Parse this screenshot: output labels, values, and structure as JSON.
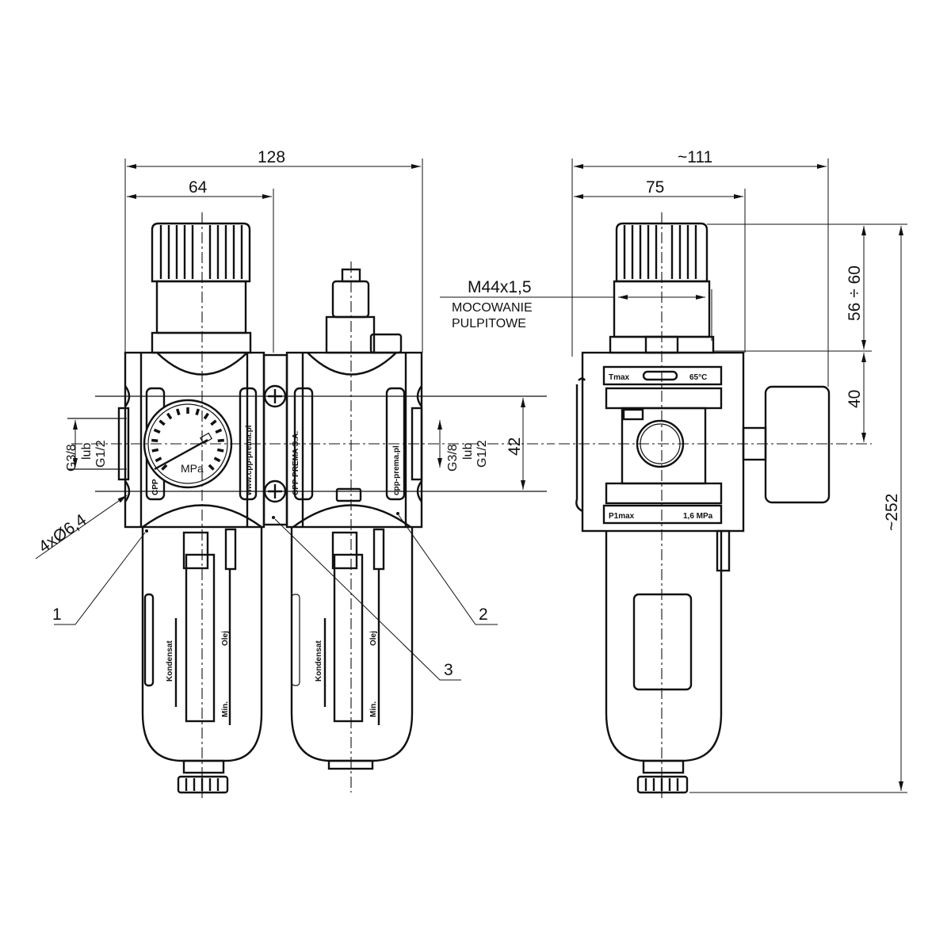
{
  "dimensions": {
    "front_width_total": "128",
    "front_width_half": "64",
    "port_thread_main": "G3/8",
    "port_thread_or": "lub",
    "port_thread_alt": "G1/2",
    "port_thread_main_right": "G3/8",
    "port_thread_or_right": "lub",
    "port_thread_alt_right": "G1/2",
    "hole_spacing": "42",
    "mounting_holes": "4xØ6,4",
    "side_width_total": "~111",
    "side_width_body": "75",
    "knob_height": "56 ÷ 60",
    "axis_height": "40",
    "total_height": "~252"
  },
  "panel_mount": {
    "thread": "M44x1,5",
    "line1": "MOCOWANIE",
    "line2": "PULPITOWE"
  },
  "callouts": [
    "1",
    "2",
    "3"
  ],
  "markings": {
    "gauge_unit": "MPa",
    "brand_left": "CPP PREMA S.A.",
    "brand_left_short": "CPP",
    "web_left": "www.cpp-prema.pl",
    "web_left_short": "w",
    "brand_right": "CPP PREMA S.A.",
    "web_right": "cpp-prema.pl",
    "bowl_condensate": "Kondensat",
    "bowl_oil": "Olej",
    "bowl_min": "Min.",
    "tmax_label": "Tmax",
    "tmax_value": "65°C",
    "pmax_label": "P1max",
    "pmax_value": "1,6 MPa",
    "port_label": "G1/2"
  }
}
